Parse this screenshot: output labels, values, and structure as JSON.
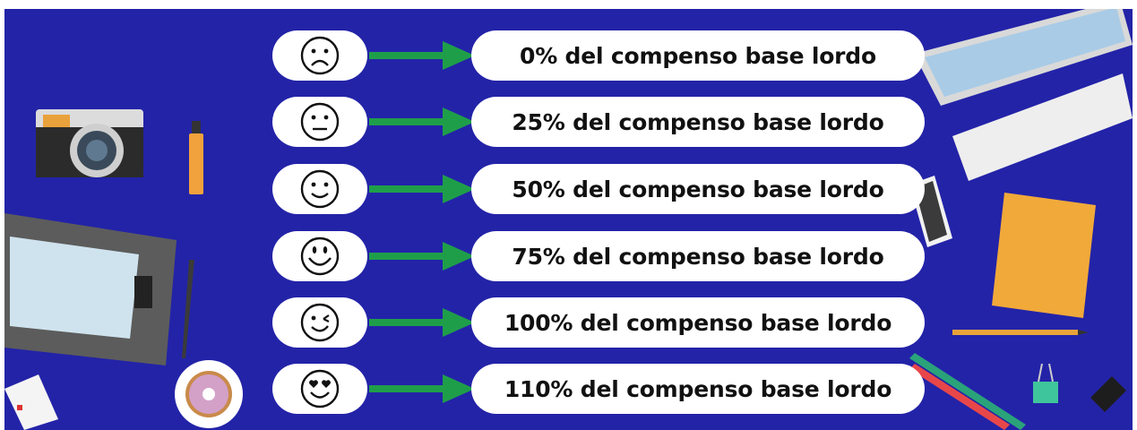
{
  "colors": {
    "background": "#2323a8",
    "pill": "#ffffff",
    "arrow": "#1f9e4a",
    "text": "#111111"
  },
  "rows": [
    {
      "face": "sad-face-icon",
      "label": "0% del compenso base lordo"
    },
    {
      "face": "neutral-face-icon",
      "label": "25% del compenso base lordo"
    },
    {
      "face": "slight-smile-face-icon",
      "label": "50% del compenso base lordo"
    },
    {
      "face": "big-smile-face-icon",
      "label": "75% del compenso base lordo"
    },
    {
      "face": "wink-face-icon",
      "label": "100% del compenso base lordo"
    },
    {
      "face": "heart-eyes-face-icon",
      "label": "110% del compenso base lordo"
    }
  ]
}
